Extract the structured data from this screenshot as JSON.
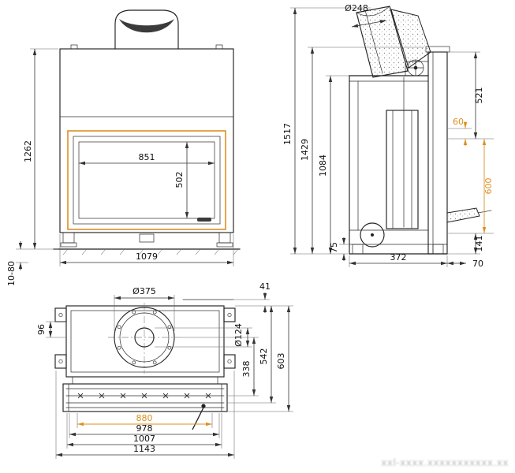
{
  "drawing": {
    "front": {
      "glass_width": "851",
      "glass_height": "502",
      "overall_height": "1262",
      "overall_width": "1079",
      "foot_range": "10-80"
    },
    "side": {
      "flue_diameter": "Ø248",
      "height_total": "1517",
      "height_mid": "1429",
      "height_body": "1084",
      "top_section": "521",
      "gap": "60",
      "glass_height": "600",
      "base_height": "141",
      "depth_body": "372",
      "depth_offset": "70",
      "base_front": "75"
    },
    "top": {
      "flue_diameter": "Ø375",
      "inner_diameter": "Ø124",
      "rear_offset": "41",
      "side_offset": "96",
      "depth_center": "338",
      "depth_mid": "542",
      "depth_total": "603",
      "width_glass": "880",
      "width_inner": "978",
      "width_frame": "1007",
      "width_total": "1143"
    },
    "colors": {
      "accent": "#DD9022",
      "line": "#222222"
    },
    "watermark": "xxl-xxxx.xxxxxxxxxxx.xx"
  }
}
